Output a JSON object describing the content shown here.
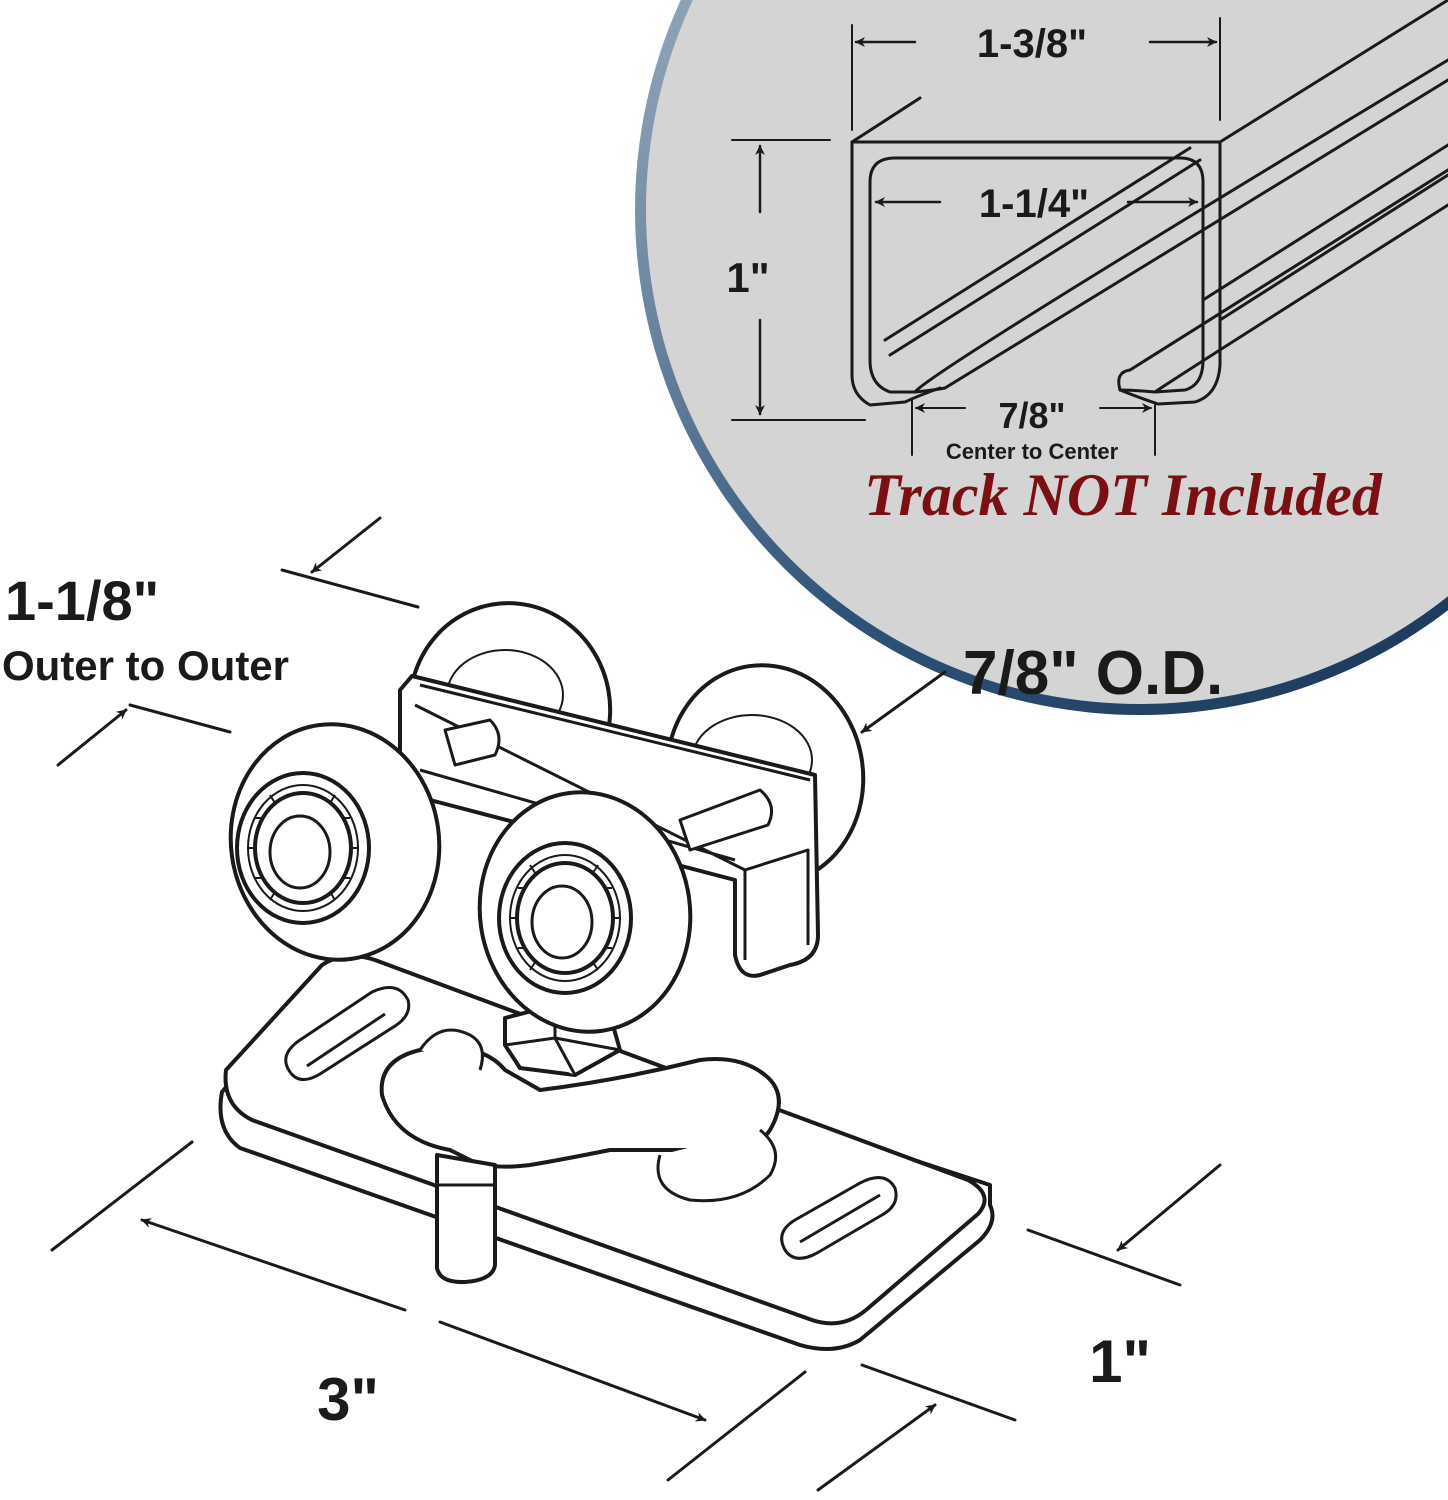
{
  "inset": {
    "track_width_outer": "1-3/8\"",
    "track_width_inner": "1-1/4\"",
    "track_height": "1\"",
    "slot_spacing": "7/8\"",
    "slot_spacing_note": "Center to Center",
    "notice": "Track NOT Included",
    "notice_color": "#7a0f14",
    "background_color": "#d4d4d4",
    "border_color": "#1d3c62"
  },
  "roller": {
    "wheel_spacing": "1-1/8\"",
    "wheel_spacing_note": "Outer to Outer",
    "wheel_diameter": "7/8\" O.D.",
    "plate_length": "3\"",
    "plate_width": "1\""
  }
}
